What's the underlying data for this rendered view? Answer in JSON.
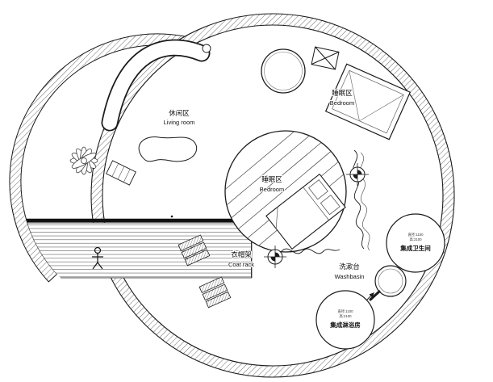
{
  "plan": {
    "type": "architectural-floor-plan",
    "areas": {
      "living": {
        "zh": "休闲区",
        "en": "Living room"
      },
      "bedroom_upper": {
        "zh": "睡眠区",
        "en": "Bedroom"
      },
      "bedroom_center": {
        "zh": "睡眠区",
        "en": "Bedroom"
      },
      "coat_rack": {
        "zh": "衣帽架",
        "en": "Coat rack"
      },
      "washbasin": {
        "zh": "洗漱台",
        "en": "Washbasin"
      },
      "bathroom_pod": {
        "name": "集成卫生间",
        "note1": "直径:1100",
        "note2": "高:2100"
      },
      "shower_pod": {
        "name": "集成淋浴房",
        "note1": "直径:1100",
        "note2": "高:2100"
      }
    },
    "colors": {
      "line": "#1b1b1b",
      "hatch": "#5a5a5a",
      "background": "#ffffff"
    }
  }
}
